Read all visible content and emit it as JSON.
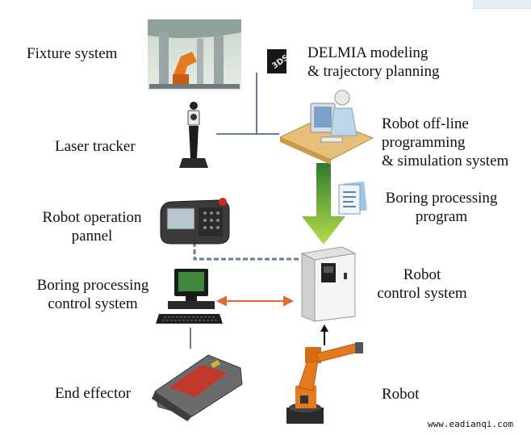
{
  "labels": {
    "fixture_system": "Fixture system",
    "delmia": [
      "DELMIA modeling",
      "& trajectory planning"
    ],
    "laser_tracker": "Laser tracker",
    "offline": [
      "Robot off-line",
      "programming",
      "& simulation system"
    ],
    "boring_program": [
      "Boring processing",
      "program"
    ],
    "operation_panel": [
      "Robot operation",
      "pannel"
    ],
    "robot_control": [
      "Robot",
      "control system"
    ],
    "boring_control": [
      "Boring processing",
      "control system"
    ],
    "end_effector": "End effector",
    "robot": "Robot"
  },
  "logo_text": "3DS",
  "watermark": "www.eadianqi.com",
  "colors": {
    "line": "#5f7fa6",
    "dashed": "#5f7fa6",
    "orange_arrow": "#e06a36",
    "green_arrow": "#9acd32",
    "robot_orange": "#e47a1f"
  }
}
